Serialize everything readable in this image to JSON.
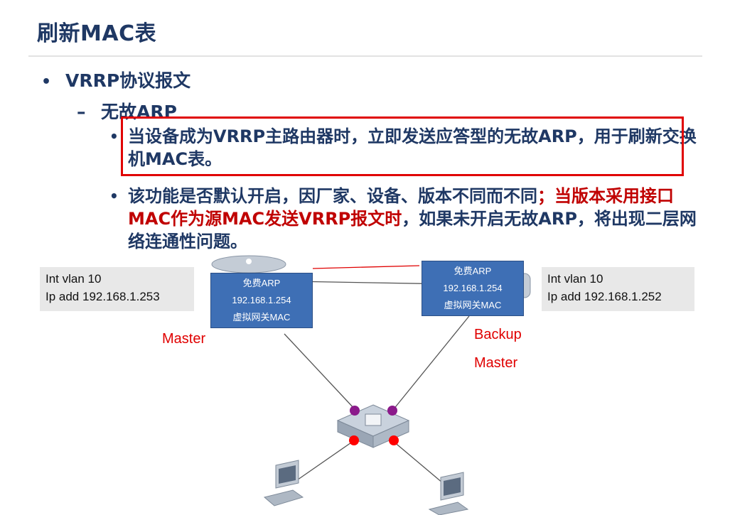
{
  "title": "刷新MAC表",
  "bullet1": "VRRP协议报文",
  "bullet2": "无故ARP",
  "item1": "当设备成为VRRP主路由器时，立即发送应答型的无故ARP，用于刷新交换机MAC表。",
  "item2_normal_a": "该功能是否默认开启，因厂家、设备、版本不同而不同",
  "item2_red": "；当版本采用接口MAC作为源MAC发送VRRP报文时",
  "item2_normal_b": "，如果未开启无故ARP，将出现二层网络连通性问题。",
  "left_config": {
    "line1": "Int  vlan 10",
    "line2": "Ip add 192.168.1.253"
  },
  "right_config": {
    "line1": "Int  vlan 10",
    "line2": "Ip add 192.168.1.252"
  },
  "left_box": {
    "line1": "免费ARP",
    "line2": "192.168.1.254",
    "line3": "虚拟网关MAC"
  },
  "right_box": {
    "line1": "免费ARP",
    "line2": "192.168.1.254",
    "line3": "虚拟网关MAC"
  },
  "left_role": "Master",
  "right_role_line1": "Backup",
  "right_role_line2": "Master",
  "colors": {
    "title": "#1f3864",
    "highlight": "#c00000",
    "box": "#3e6fb5",
    "port_top": "#8b1a8b",
    "port_bottom": "#ff0000"
  }
}
